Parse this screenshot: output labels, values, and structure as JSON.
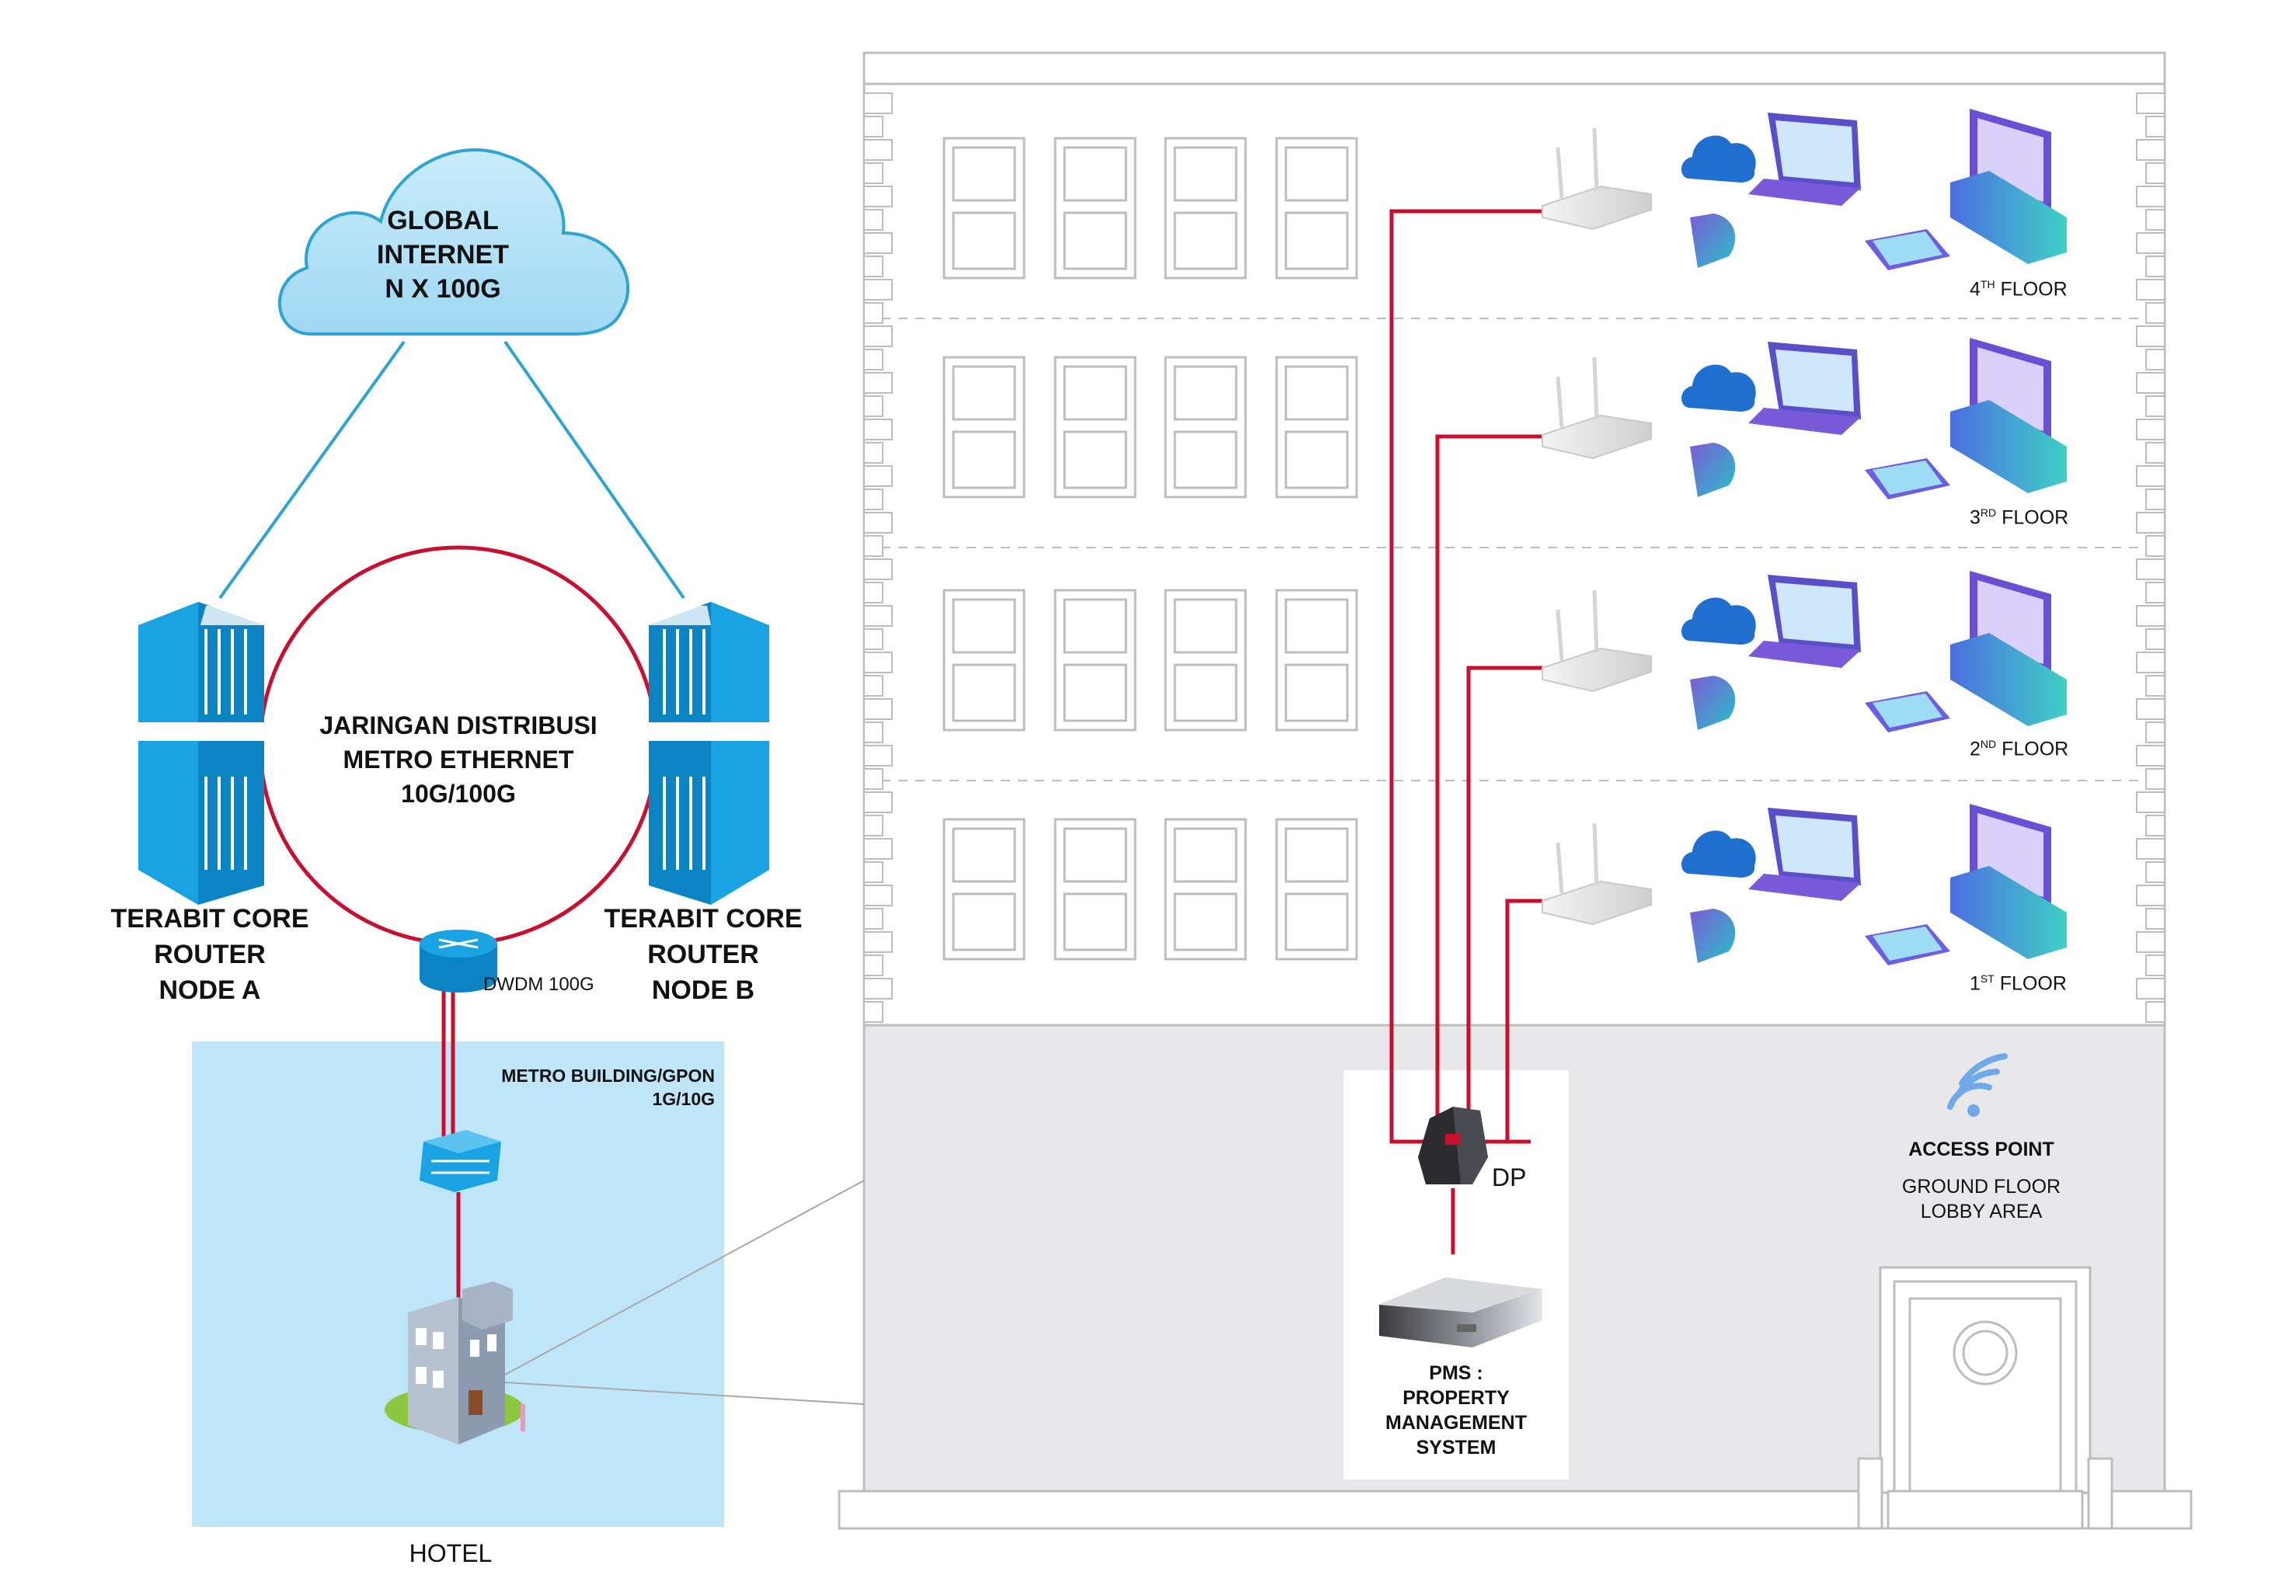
{
  "cloud": {
    "line1": "GLOBAL",
    "line2": "INTERNET",
    "line3": "N X 100G"
  },
  "ring": {
    "line1": "JARINGAN DISTRIBUSI",
    "line2": "METRO ETHERNET",
    "line3": "10G/100G"
  },
  "router_a": {
    "line1": "TERABIT CORE",
    "line2": "ROUTER",
    "line3": "NODE A"
  },
  "router_b": {
    "line1": "TERABIT CORE",
    "line2": "ROUTER",
    "line3": "NODE B"
  },
  "dwdm": {
    "label": "DWDM 100G"
  },
  "metro": {
    "line1": "METRO BUILDING/GPON",
    "line2": "1G/10G"
  },
  "hotel": {
    "label": "HOTEL"
  },
  "floors": [
    {
      "num": "4",
      "sup": "TH",
      "label": "FLOOR"
    },
    {
      "num": "3",
      "sup": "RD",
      "label": "FLOOR"
    },
    {
      "num": "2",
      "sup": "ND",
      "label": "FLOOR"
    },
    {
      "num": "1",
      "sup": "ST",
      "label": "FLOOR"
    }
  ],
  "dp": {
    "label": "DP"
  },
  "pms": {
    "line1": "PMS :",
    "line2": "PROPERTY",
    "line3": "MANAGEMENT",
    "line4": "SYSTEM"
  },
  "access_point": {
    "title": "ACCESS POINT",
    "line1": "GROUND FLOOR",
    "line2": "LOBBY AREA"
  },
  "colors": {
    "red_link": "#c8102e",
    "blue_link": "#2ea3d6",
    "sky": "#bfe6f8",
    "router_blue": "#1aa3e3",
    "ground": "#e8e8ea"
  }
}
